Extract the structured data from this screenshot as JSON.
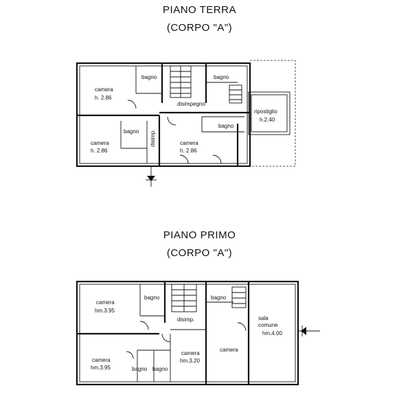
{
  "ground_floor": {
    "title": "PIANO TERRA",
    "subtitle": "(CORPO \"A\")",
    "labels": {
      "camera_top_left": "camera",
      "camera_top_left_h": "h. 2.86",
      "bagno_1": "bagno",
      "bagno_2": "bagno",
      "disimpegno": "disimpegno",
      "ripostiglio": "ripostiglio",
      "ripostiglio_h": "h.2.40",
      "bagno_3": "bagno",
      "bagno_4": "bagno",
      "camera_bottom_left": "camera",
      "camera_bottom_left_h": "h. 2.86",
      "disimp_vertical": "disimp.",
      "camera_center": "camera",
      "camera_center_h": "h. 2.86"
    }
  },
  "first_floor": {
    "title": "PIANO PRIMO",
    "subtitle": "(CORPO \"A\")",
    "labels": {
      "camera_top_left": "camera",
      "camera_top_left_h": "hm.3.95",
      "bagno_1": "bagno",
      "bagno_2": "bagno",
      "disimp": "disimp.",
      "sala_comune_1": "sala",
      "sala_comune_2": "comune",
      "sala_comune_h": "hm.4.00",
      "camera_bottom_left": "camera",
      "camera_bottom_left_h": "hm.3.95",
      "bagno_3": "bagno",
      "bagno_4": "bagno",
      "camera_center": "camera",
      "camera_center_h": "hm.3.20",
      "camera_right": "camera"
    }
  }
}
